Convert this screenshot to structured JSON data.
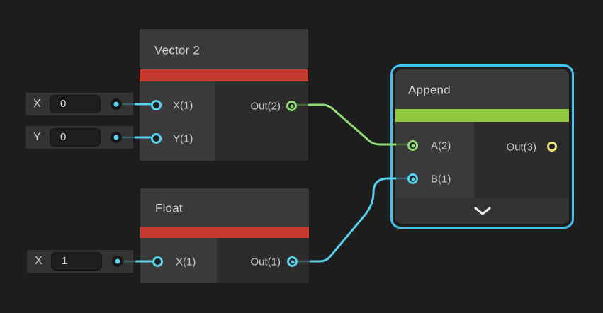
{
  "colors": {
    "background": "#1d1d1d",
    "nodeHeader": "#3a3a3a",
    "nodeLeftCol": "#3a3a3a",
    "nodeBodyRight": "#2c2c2c",
    "nodeFooter": "#333333",
    "categoryInputRed": "#c63a30",
    "categoryChannelGreen": "#90c73d",
    "selectionBlue": "#43c1f4",
    "typeFloat": "#57d1ec",
    "typeVec2": "#8fda76",
    "typeVec3": "#e9e273",
    "dimCyan": "#3b666c",
    "dimGreen": "#48673d",
    "textPrimary": "#d4d4d4",
    "textSecondary": "#cbcbcb"
  },
  "nodes": {
    "vector2": {
      "title": "Vector 2",
      "inputs": {
        "x": "X(1)",
        "y": "Y(1)"
      },
      "output": "Out(2)"
    },
    "float": {
      "title": "Float",
      "inputs": {
        "x": "X(1)"
      },
      "output": "Out(1)"
    },
    "append": {
      "title": "Append",
      "selected": true,
      "inputs": {
        "a": "A(2)",
        "b": "B(1)"
      },
      "output": "Out(3)"
    }
  },
  "inline_values": {
    "vector2_x": {
      "label": "X",
      "value": "0"
    },
    "vector2_y": {
      "label": "Y",
      "value": "0"
    },
    "float_x": {
      "label": "X",
      "value": "1"
    }
  },
  "edges": [
    {
      "from": "Vector 2 / Out(2)",
      "to": "Append / A(2)",
      "type": "Vector 2"
    },
    {
      "from": "Float / Out(1)",
      "to": "Append / B(1)",
      "type": "Float"
    }
  ]
}
